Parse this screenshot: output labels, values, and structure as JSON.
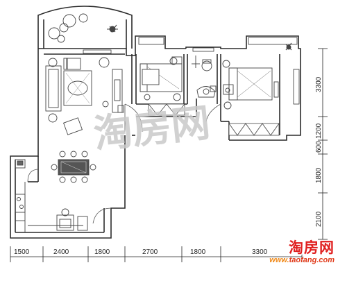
{
  "plan": {
    "dimensions_bottom": [
      "1500",
      "2400",
      "1800",
      "2700",
      "1800",
      "3300"
    ],
    "dimensions_right": [
      "3300",
      "1200",
      "600",
      "1800",
      "2100"
    ]
  },
  "watermark": {
    "text": "淘房网"
  },
  "logo": {
    "name": "淘房网",
    "url_prefix": "www.",
    "url_rest": "taofang.com"
  },
  "colors": {
    "wall": "#2b2b2b",
    "fixture": "#444444",
    "logo_red": "#e02020",
    "logo_orange": "#f08a1a"
  }
}
